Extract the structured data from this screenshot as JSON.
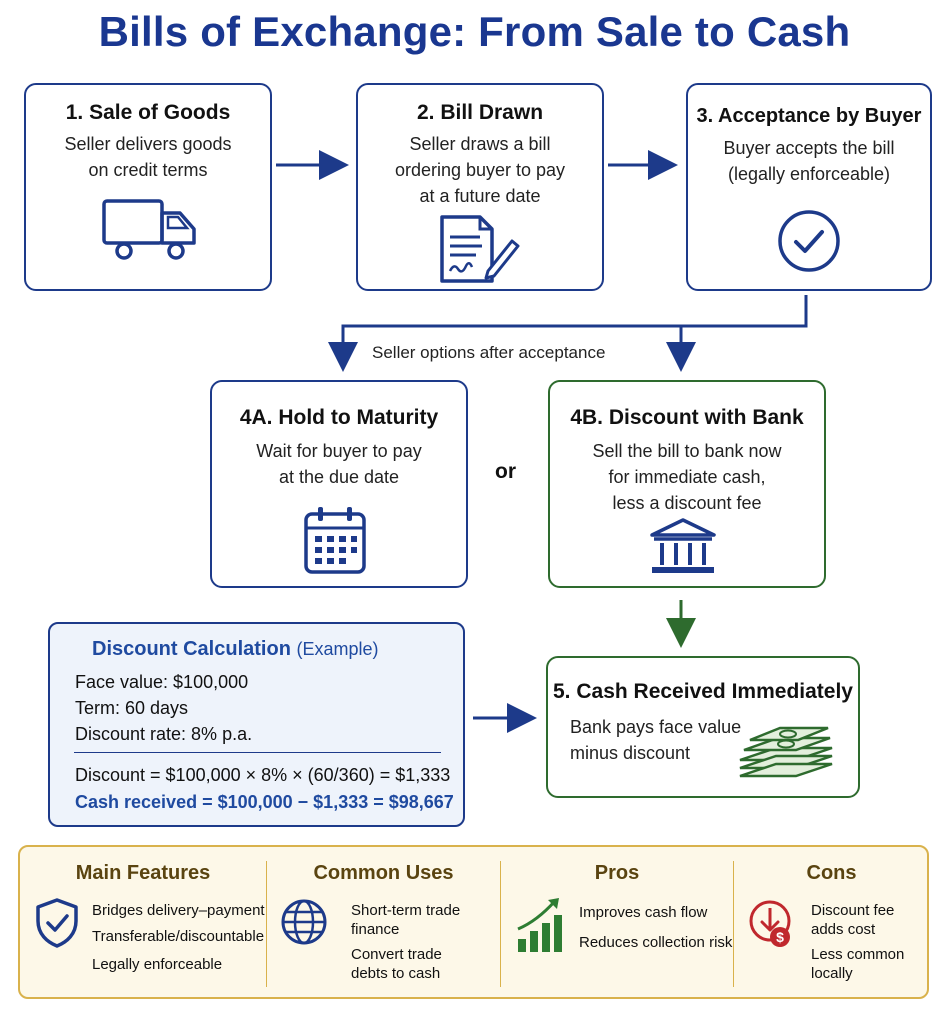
{
  "title": "Bills of Exchange: From Sale to Cash",
  "steps": {
    "s1": {
      "title": "1. Sale of Goods",
      "lines": [
        "Seller delivers goods",
        "on credit terms"
      ]
    },
    "s2": {
      "title": "2. Bill Drawn",
      "lines": [
        "Seller draws a bill",
        "ordering buyer to pay",
        "at a future date"
      ]
    },
    "s3": {
      "title": "3. Acceptance by Buyer",
      "lines": [
        "Buyer accepts the bill",
        "(legally enforceable)"
      ]
    },
    "s4a": {
      "title": "4A. Hold to Maturity",
      "lines": [
        "Wait for buyer to pay",
        "at the due date"
      ]
    },
    "s4b": {
      "title": "4B. Discount with Bank",
      "lines": [
        "Sell the bill to bank now",
        "for immediate cash,",
        "less a discount fee"
      ]
    },
    "s5": {
      "title": "5. Cash Received Immediately",
      "lines": [
        "Bank pays face value",
        "minus discount"
      ]
    }
  },
  "options_label": "Seller options after acceptance",
  "or_label": "or",
  "calculation": {
    "title": "Discount Calculation",
    "title_suffix": "(Example)",
    "face_value": "Face value: $100,000",
    "term": "Term: 60 days",
    "rate": "Discount rate: 8% p.a.",
    "discount": "Discount = $100,000 × 8% × (60/360) = $1,333",
    "cash": "Cash received = $100,000 − $1,333 = $98,667"
  },
  "summary": {
    "features": {
      "heading": "Main Features",
      "items": [
        "Bridges delivery–payment",
        "Transferable/discountable",
        "Legally enforceable"
      ]
    },
    "uses": {
      "heading": "Common Uses",
      "items": [
        "Short-term trade",
        "finance",
        "Convert trade",
        "debts to cash"
      ]
    },
    "pros": {
      "heading": "Pros",
      "items": [
        "Improves cash flow",
        "Reduces collection risk"
      ]
    },
    "cons": {
      "heading": "Cons",
      "items": [
        "Discount fee",
        "adds cost",
        "Less common",
        "locally"
      ]
    }
  },
  "colors": {
    "navy": "#1d3a8a",
    "green": "#2e6b2e",
    "gold": "#d9b24c",
    "red": "#c0282d"
  },
  "icons": [
    "truck-icon",
    "document-pen-icon",
    "check-circle-icon",
    "calendar-icon",
    "bank-icon",
    "money-stack-icon",
    "shield-check-icon",
    "globe-icon",
    "growth-chart-icon",
    "dollar-down-icon"
  ]
}
